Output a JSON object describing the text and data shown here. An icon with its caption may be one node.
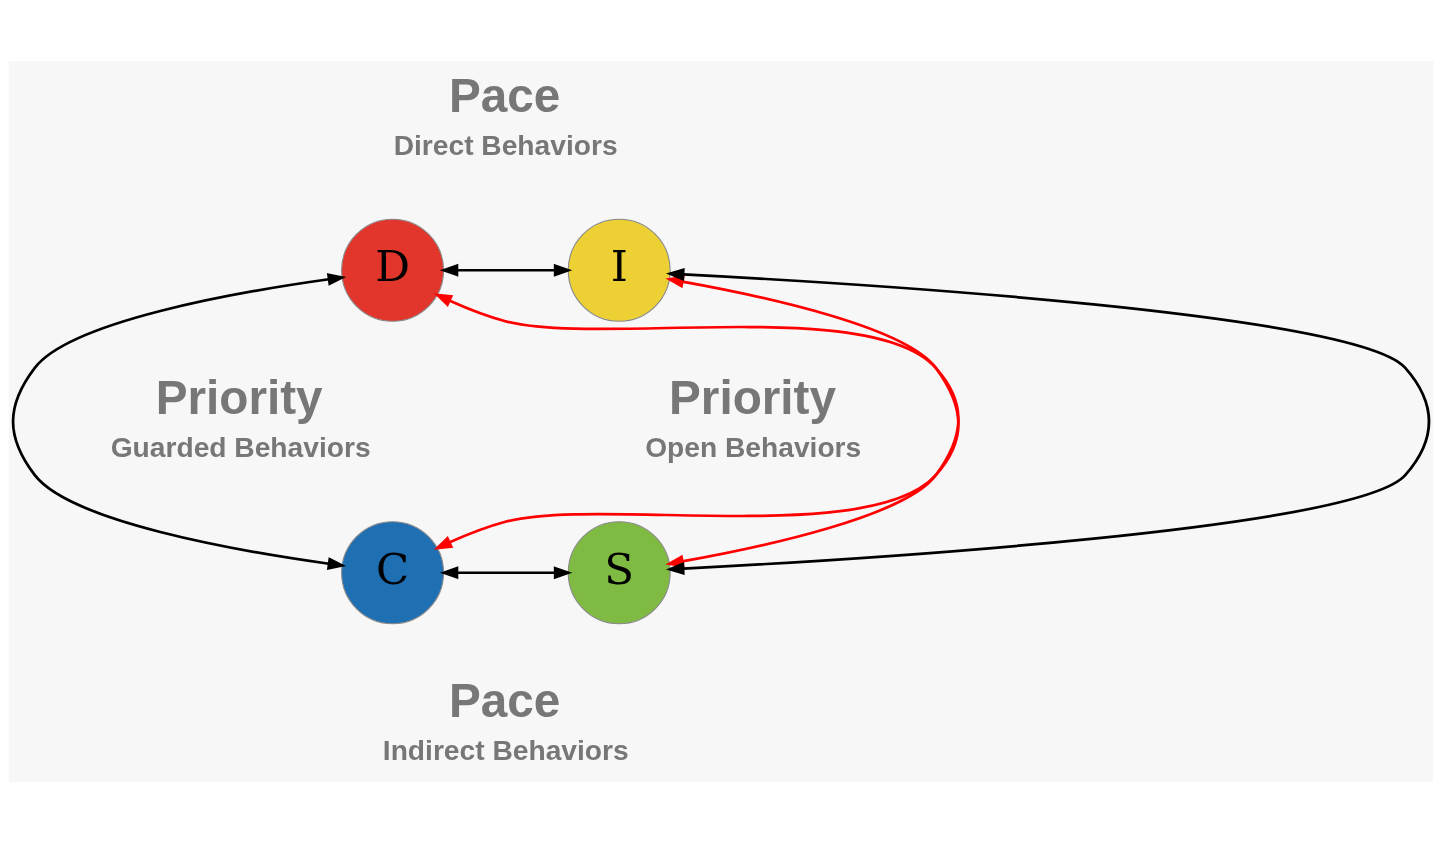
{
  "diagram": {
    "nodes": [
      {
        "text": [
          "D"
        ]
      },
      {
        "text": [
          "I"
        ]
      },
      {
        "text": [
          "C"
        ]
      },
      {
        "text": [
          "S"
        ]
      }
    ],
    "edges": [
      {
        "from": 0,
        "to": 1,
        "arrow": "both"
      },
      {
        "from": 0,
        "to": 2,
        "arrow": "both"
      },
      {
        "from": 1,
        "to": 3,
        "arrow": "both"
      },
      {
        "from": 2,
        "to": 3,
        "arrow": "both"
      },
      {
        "from": 0,
        "to": 3,
        "arrow": "both",
        "color": "#ff0000"
      },
      {
        "from": 1,
        "to": 2,
        "arrow": "both",
        "color": "#ff0000"
      }
    ],
    "labels": [
      "Pace",
      "Direct Behaviors",
      "Priority",
      "Guarded Behaviors",
      "Priority",
      "Open Behaviors",
      "Pace",
      "Indirect Behaviors"
    ]
  }
}
